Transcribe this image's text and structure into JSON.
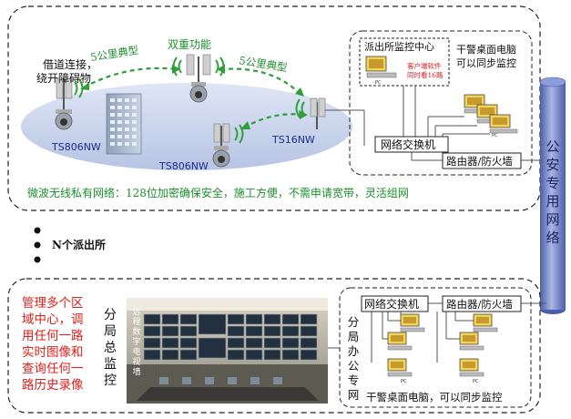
{
  "top_section": {
    "cam_left_note_line1": "借道连接，",
    "cam_left_note_line2": "绕开障碍物",
    "range_left": "5公里典型",
    "range_right": "5公里典型",
    "dual_function": "双重功能",
    "label_ts806nw_left": "TS806NW",
    "label_ts806nw_bottom": "TS806NW",
    "label_ts16nw": "TS16NW",
    "police_center_title": "派出所监控中心",
    "client_software_line1": "客户端软件",
    "client_software_line2": "同时看16路",
    "pc_label": "PC",
    "police_desktop_line1": "干警桌面电脑",
    "police_desktop_line2": "可以同步监控",
    "network_switch": "网络交换机",
    "router_firewall": "路由器/防火墙",
    "wireless_note": "微波无线私有网络：128位加密确保安全，施工方便，不需申请宽带，灵活组网"
  },
  "public_network_chars": [
    "公",
    "安",
    "专",
    "用",
    "网",
    "络"
  ],
  "middle": {
    "n_stations": "N个派出所"
  },
  "bottom_section": {
    "red_note_lines": [
      "管理多个区",
      "域中心，调",
      "用任何一路",
      "实时图像和",
      "查询任何一",
      "路历史录像"
    ],
    "branch_monitor_chars": [
      "分",
      "局",
      "总",
      "监",
      "控"
    ],
    "tv_wall_chars": [
      "远",
      "程",
      "数",
      "字",
      "电",
      "视",
      "墙"
    ],
    "network_switch": "网络交换机",
    "router_firewall": "路由器/防火墙",
    "branch_office_chars": [
      "分",
      "局",
      "办",
      "公",
      "专",
      "网"
    ],
    "police_desktop_note": "干警桌面电脑，可以同步监控",
    "pc_label": "PC"
  },
  "colors": {
    "frame": "#222222",
    "green_text": "#1a8f2a",
    "red_text": "#e0201c",
    "ellipse": "#c6d2ea",
    "pillar": "#6f7fbe",
    "ts_label": "#1a2a8f"
  }
}
